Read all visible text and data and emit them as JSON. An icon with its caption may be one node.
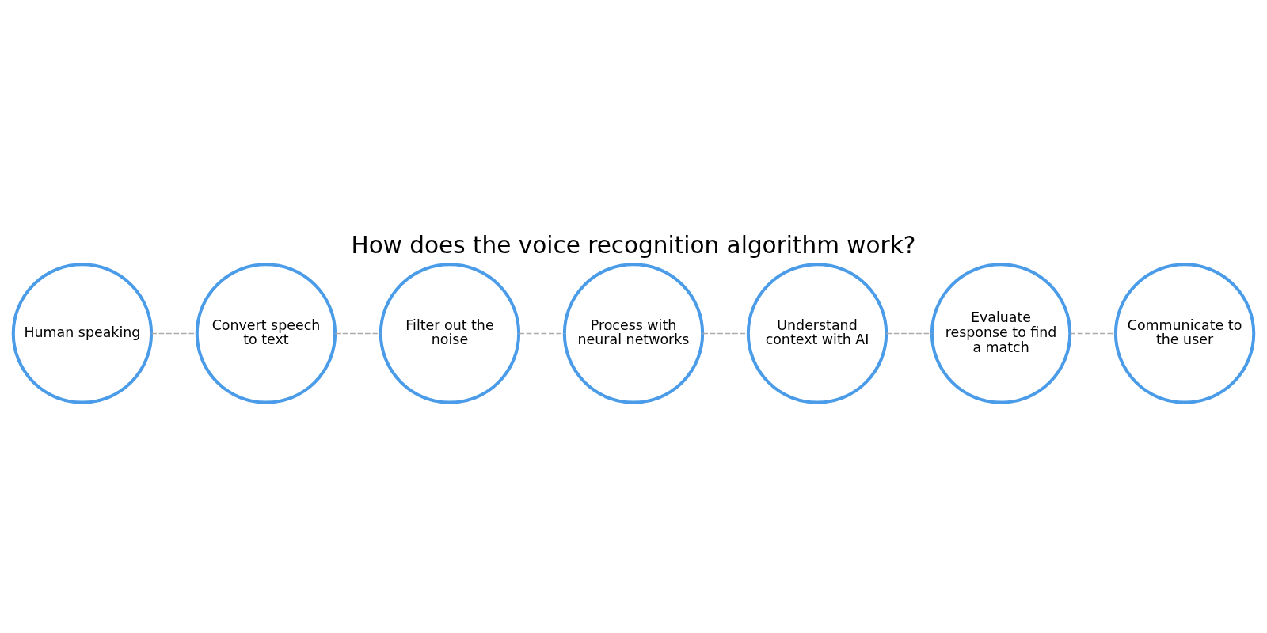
{
  "diagram": {
    "title": "How does the voice recognition algorithm work?",
    "nodes": [
      {
        "text": [
          "Human speaking"
        ]
      },
      {
        "text": [
          "Convert speech to text"
        ]
      },
      {
        "text": [
          "Filter out the noise"
        ]
      },
      {
        "text": [
          "Process with neural networks"
        ]
      },
      {
        "text": [
          "Understand context with AI"
        ]
      },
      {
        "text": [
          "Evaluate response to find a match"
        ]
      },
      {
        "text": [
          "Communicate to the user"
        ]
      }
    ],
    "edges": [
      {
        "from": 0,
        "to": 1,
        "arrow": "none",
        "style": "dashed"
      },
      {
        "from": 1,
        "to": 2,
        "arrow": "none",
        "style": "dashed"
      },
      {
        "from": 2,
        "to": 3,
        "arrow": "none",
        "style": "dashed"
      },
      {
        "from": 3,
        "to": 4,
        "arrow": "none",
        "style": "dashed"
      },
      {
        "from": 4,
        "to": 5,
        "arrow": "none",
        "style": "dashed"
      },
      {
        "from": 5,
        "to": 6,
        "arrow": "none",
        "style": "dashed"
      }
    ]
  }
}
